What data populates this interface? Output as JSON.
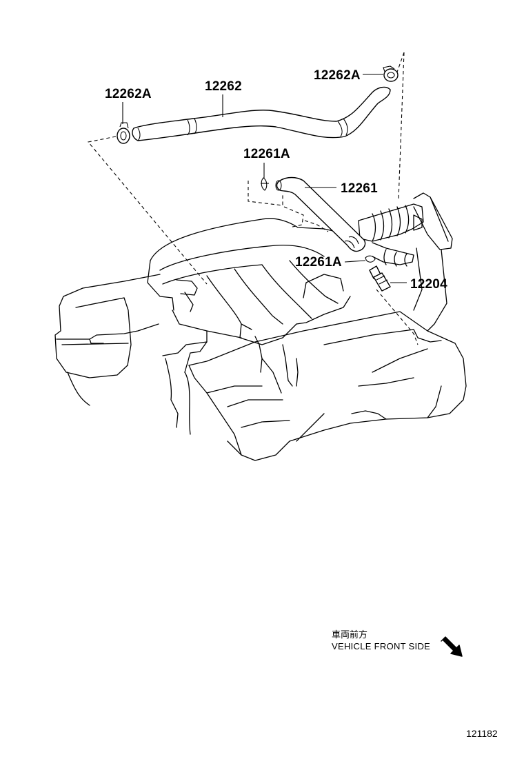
{
  "callouts": {
    "clamp_left": "12262A",
    "hose_main": "12262",
    "clamp_right": "12262A",
    "clamp_upper": "12261A",
    "hose_pcv": "12261",
    "clamp_lower": "12261A",
    "pcv_valve": "12204"
  },
  "orientation": {
    "label_jp": "車両前方",
    "label_en": "VEHICLE FRONT SIDE",
    "arrow_icon": "arrow-down-right-icon"
  },
  "illustration_code": "121182"
}
